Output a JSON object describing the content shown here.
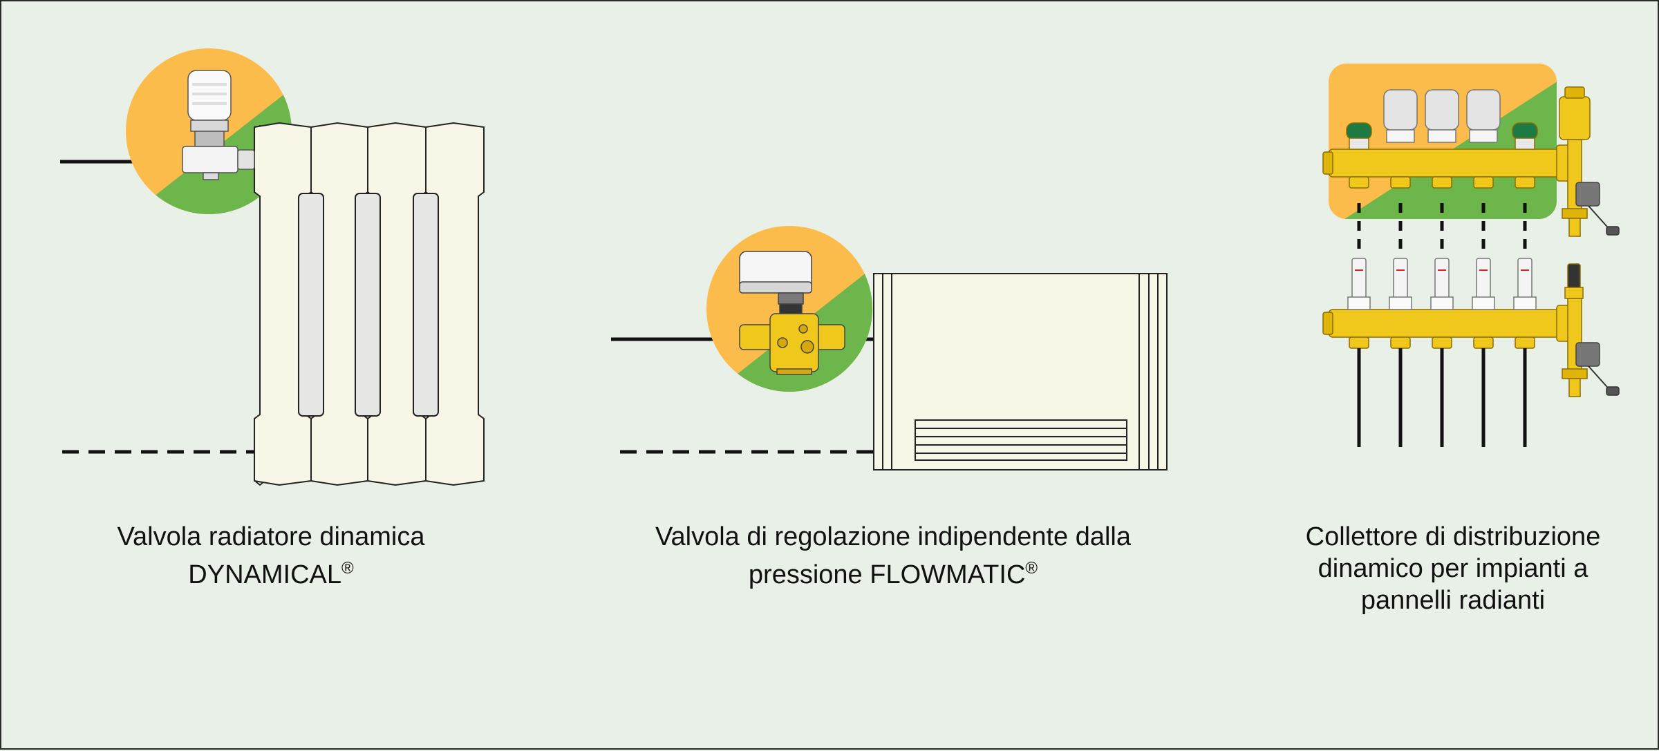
{
  "colors": {
    "background": "#e9f0e7",
    "accent_orange": "#fbbc4c",
    "accent_green": "#6cb64c",
    "brass": "#f0c81c",
    "radiator_fill": "#f8f6e6",
    "ink": "#111111"
  },
  "captions": [
    {
      "line1": "Valvola radiatore dinamica",
      "line2": "DYNAMICAL",
      "mark": "®"
    },
    {
      "line1": "Valvola di regolazione indipendente dalla",
      "line2": "pressione FLOWMATIC",
      "mark": "®"
    },
    {
      "line1": "Collettore di distribuzione",
      "line2": "dinamico per impianti a",
      "line3": "pannelli radianti"
    }
  ],
  "icons": [
    "thermostatic-valve-icon",
    "motorized-valve-icon",
    "manifold-actuator-icon",
    "flow-meter-icon",
    "air-vent-icon"
  ]
}
